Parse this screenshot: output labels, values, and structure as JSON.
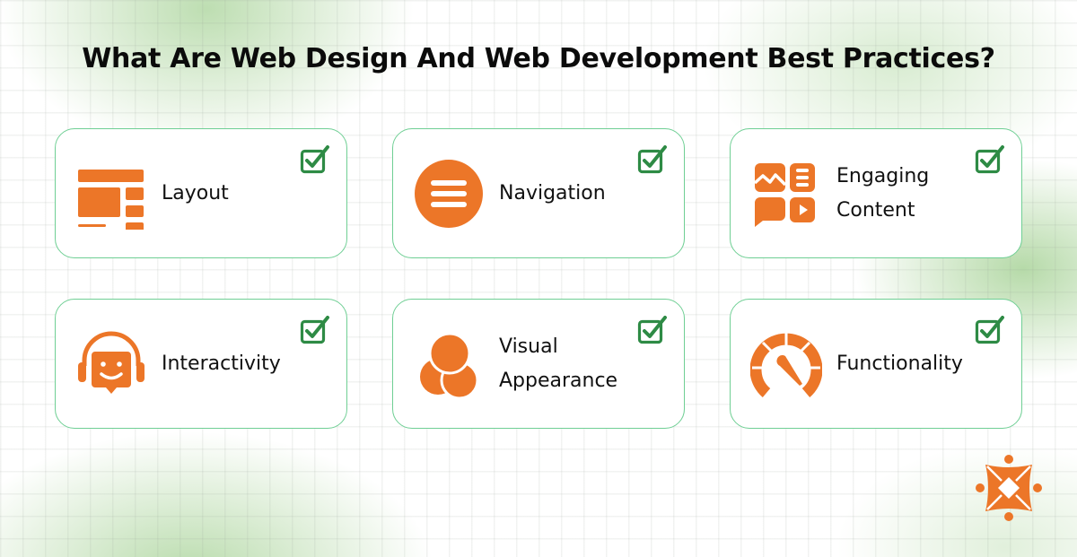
{
  "title": "What Are Web Design And Web Development Best Practices?",
  "colors": {
    "accent_orange": "#ec7628",
    "check_green": "#2e8b45",
    "card_border": "#6fcf94",
    "background_green": "#b2d8a4"
  },
  "cards": [
    {
      "label": "Layout",
      "icon": "layout-icon",
      "checked": true
    },
    {
      "label": "Navigation",
      "icon": "menu-circle-icon",
      "checked": true
    },
    {
      "label_line1": "Engaging",
      "label_line2": "Content",
      "icon": "content-grid-icon",
      "checked": true
    },
    {
      "label": "Interactivity",
      "icon": "headset-chat-icon",
      "checked": true
    },
    {
      "label_line1": "Visual",
      "label_line2": "Appearance",
      "icon": "overlapping-circles-icon",
      "checked": true
    },
    {
      "label": "Functionality",
      "icon": "speedometer-icon",
      "checked": true
    }
  ],
  "brand": {
    "icon": "brand-logo-icon"
  }
}
